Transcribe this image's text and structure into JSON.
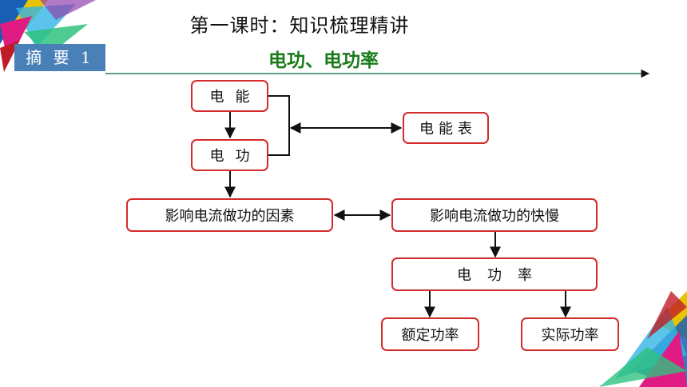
{
  "header": {
    "title": "第一课时：知识梳理精讲",
    "tag": "摘 要 1",
    "subtitle": "电功、电功率"
  },
  "diagram": {
    "nodes": {
      "energy": "电能",
      "work": "电功",
      "meter": "电能表",
      "factors": "影响电流做功的因素",
      "speed": "影响电流做功的快慢",
      "power": "电功率",
      "rated": "额定功率",
      "actual": "实际功率"
    }
  },
  "colors": {
    "node_border": "#d42a2a",
    "tag_bg": "#4a80b8",
    "subtitle": "#1a7a1a",
    "rule": "#2a7a6a"
  }
}
